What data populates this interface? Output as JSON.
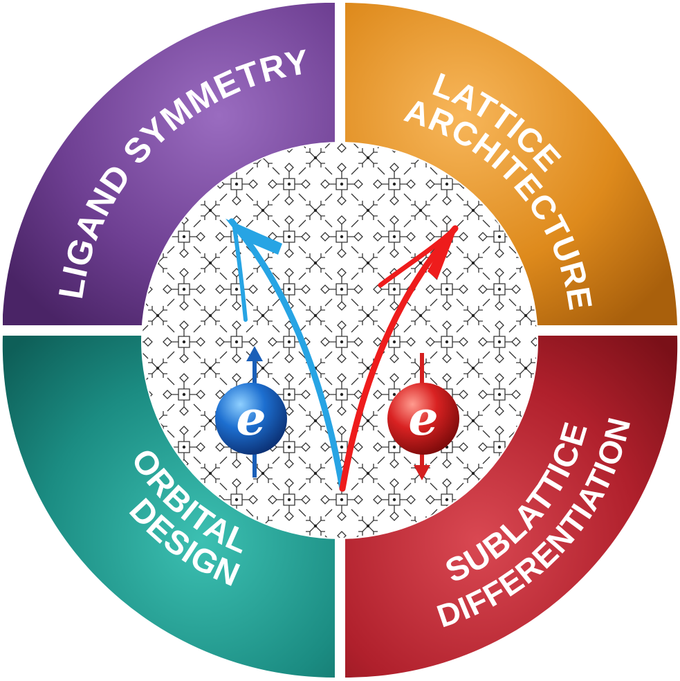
{
  "diagram": {
    "quadrants": [
      {
        "id": "top-left",
        "lines": [
          "LIGAND SYMMETRY"
        ],
        "color": "#6b3a8f"
      },
      {
        "id": "top-right",
        "lines": [
          "LATTICE",
          "ARCHITECTURE"
        ],
        "color": "#d9851a"
      },
      {
        "id": "bottom-left",
        "lines": [
          "ORBITAL",
          "DESIGN"
        ],
        "color": "#1c8a80"
      },
      {
        "id": "bottom-right",
        "lines": [
          "SUBLATTICE",
          "DIFFERENTIATION"
        ],
        "color": "#b0202c"
      }
    ],
    "electrons": [
      {
        "id": "spin-up-electron",
        "letter": "e",
        "spin": "up",
        "color": "#1a5fb8",
        "arrow_color": "#2aa7e6"
      },
      {
        "id": "spin-down-electron",
        "letter": "e",
        "spin": "down",
        "color": "#d42020",
        "arrow_color": "#ee1c1c"
      }
    ],
    "center_pattern": "lattice-network"
  }
}
